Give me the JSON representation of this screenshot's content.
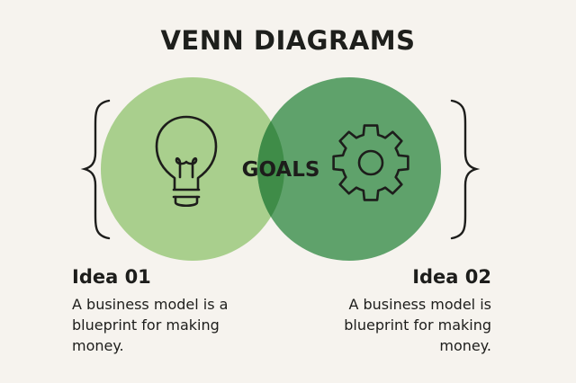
{
  "title": "VENN DIAGRAMS",
  "overlap_label": "GOALS",
  "colors": {
    "background": "#f6f3ee",
    "left_circle": "#a9cf8d",
    "right_circle": "#5fa26b",
    "overlap": "#3f8c48",
    "ink": "#1d1d1b"
  },
  "sets": [
    {
      "title": "Idea 01",
      "icon": "lightbulb-icon",
      "description": "A business model is a blueprint for making money."
    },
    {
      "title": "Idea 02",
      "icon": "gear-icon",
      "description": "A business model is blueprint for making money."
    }
  ]
}
